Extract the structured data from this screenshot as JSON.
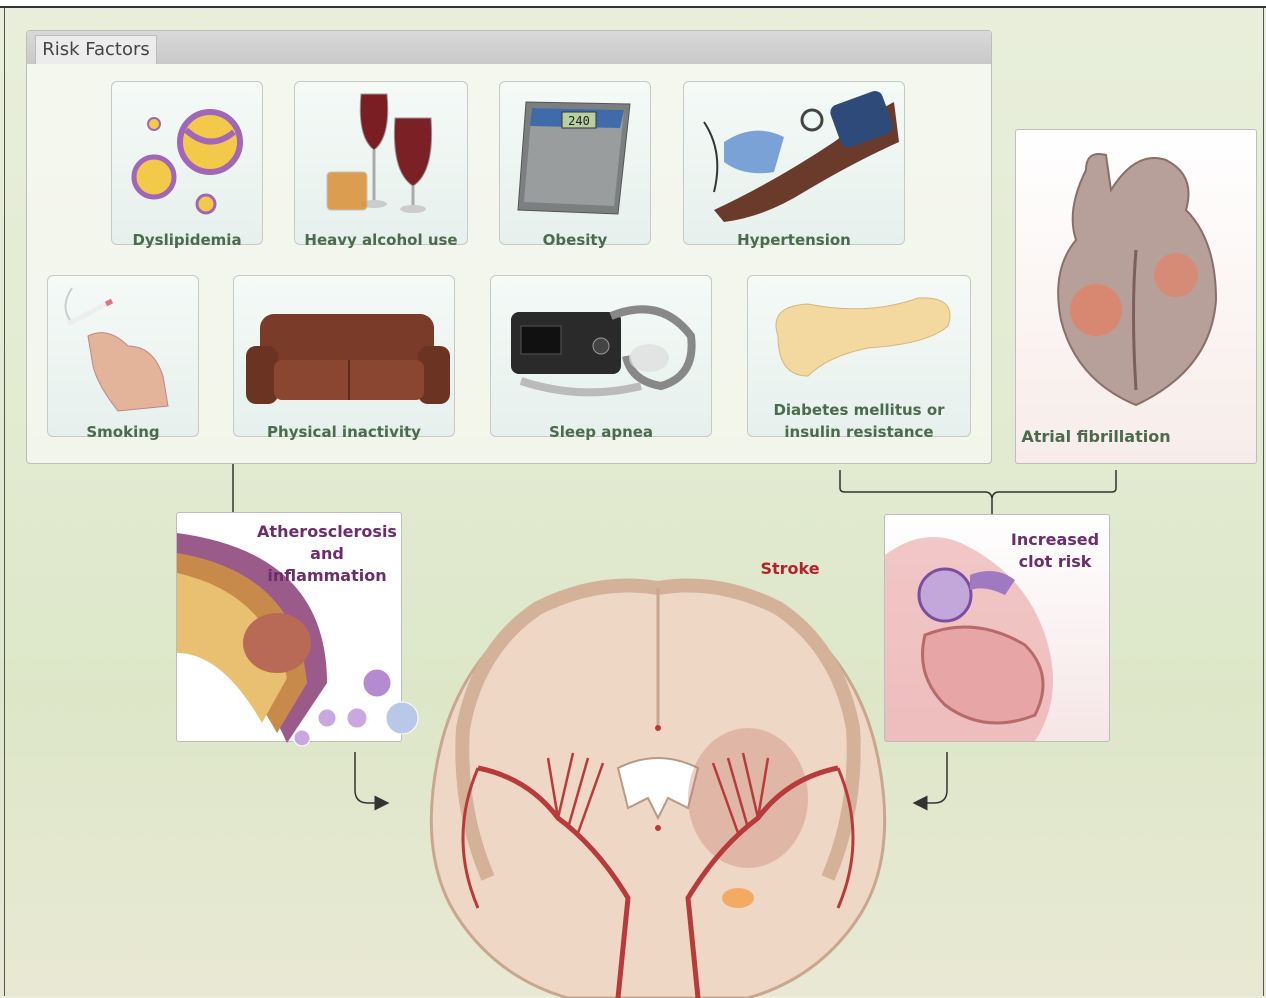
{
  "panel_title": "Risk Factors",
  "risk_factors": [
    {
      "label": "Dyslipidemia"
    },
    {
      "label": "Heavy alcohol use"
    },
    {
      "label": "Obesity",
      "scale_display": "240"
    },
    {
      "label": "Hypertension"
    },
    {
      "label": "Smoking"
    },
    {
      "label": "Physical inactivity"
    },
    {
      "label": "Sleep apnea"
    },
    {
      "label": "Diabetes mellitus or",
      "label2": "insulin resistance"
    }
  ],
  "atrial_fibrillation": "Atrial fibrillation",
  "atherosclerosis": {
    "line1": "Atherosclerosis",
    "line2": "and inflammation"
  },
  "clot_risk": {
    "line1": "Increased",
    "line2": "clot risk"
  },
  "stroke": "Stroke",
  "colors": {
    "stroke_label": "#b5222b",
    "label_green": "#4b6b4c",
    "label_purple": "#6b2e6b",
    "artery": "#b83a3a"
  }
}
